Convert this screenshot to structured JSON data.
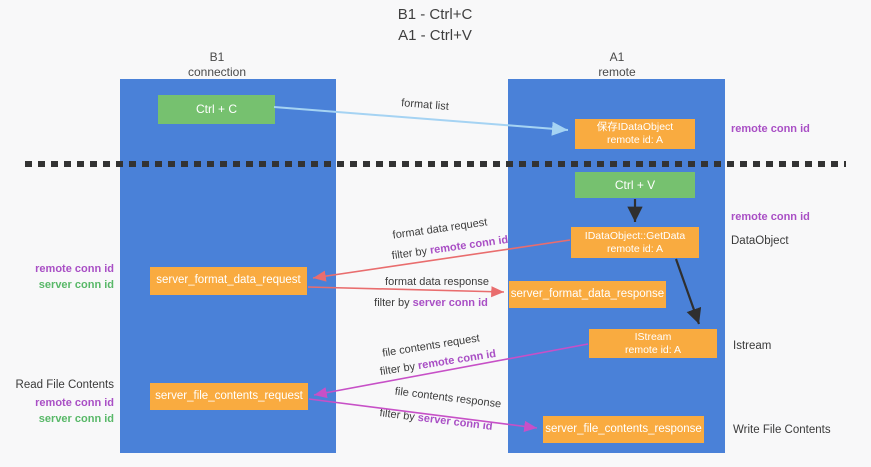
{
  "title": {
    "line1": "B1 - Ctrl+C",
    "line2": "A1 - Ctrl+V"
  },
  "lanes": {
    "left": {
      "name": "B1",
      "subtitle": "connection"
    },
    "right": {
      "name": "A1",
      "subtitle": "remote"
    }
  },
  "nodes": {
    "ctrl_c": {
      "label": "Ctrl + C"
    },
    "save_dataobject": {
      "line1": "保存IDataObject",
      "line2": "remote id: A"
    },
    "ctrl_v": {
      "label": "Ctrl + V"
    },
    "getdata": {
      "line1": "IDataObject::GetData",
      "line2": "remote id: A"
    },
    "server_format_data_request": {
      "label": "server_format_data_request"
    },
    "server_format_data_response": {
      "label": "server_format_data_response"
    },
    "istream": {
      "line1": "IStream",
      "line2": "remote id: A"
    },
    "server_file_contents_request": {
      "label": "server_file_contents_request"
    },
    "server_file_contents_response": {
      "label": "server_file_contents_response"
    }
  },
  "flow_labels": {
    "format_list": "format list",
    "format_data_request": "format data request",
    "format_data_response": "format data response",
    "file_contents_request": "file contents request",
    "file_contents_response": "file contents response",
    "filter_prefix": "filter by ",
    "remote_conn_id": "remote conn id",
    "server_conn_id": "server conn id"
  },
  "annotations": {
    "remote_conn_id_top_right": "remote conn id",
    "remote_conn_id_mid_right": "remote conn id",
    "dataobject": "DataObject",
    "istream": "Istream",
    "write_file_contents": "Write File Contents",
    "remote_conn_id_left_1": "remote conn id",
    "server_conn_id_left_1": "server conn id",
    "read_file_contents": "Read File Contents",
    "remote_conn_id_left_2": "remote conn id",
    "server_conn_id_left_2": "server conn id"
  },
  "colors": {
    "lane_blue": "#4a81d8",
    "node_green": "#76c16f",
    "node_orange": "#f9ab40",
    "label_purple": "#a94fc5",
    "label_green": "#58b868",
    "arrow_red": "#e96d6e",
    "arrow_magenta": "#c750c7",
    "arrow_light_blue": "#a5d3f3",
    "arrow_black": "#2f2f2f",
    "dash_line": "#333333"
  }
}
